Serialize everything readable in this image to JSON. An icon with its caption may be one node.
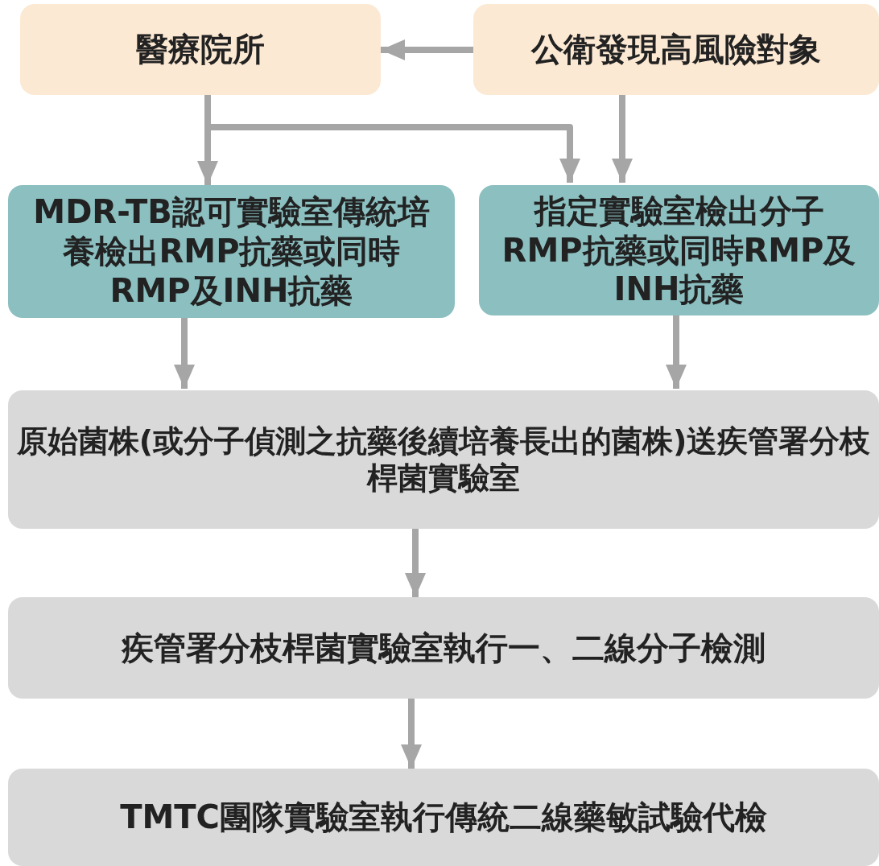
{
  "diagram": {
    "nodes": [
      {
        "text": [
          "醫療院所"
        ]
      },
      {
        "text": [
          "公衛發現高風險對象"
        ]
      },
      {
        "text": [
          "MDR-TB認可實驗室傳統培養檢出RMP抗藥或同時RMP及INH抗藥"
        ]
      },
      {
        "text": [
          "指定實驗室檢出分子RMP抗藥或同時RMP及INH抗藥"
        ]
      },
      {
        "text": [
          "原始菌株(或分子偵測之抗藥後續培養長出的菌株)送疾管署分枝桿菌實驗室"
        ]
      },
      {
        "text": [
          "疾管署分枝桿菌實驗室執行一、二線分子檢測"
        ]
      },
      {
        "text": [
          "TMTC團隊實驗室執行傳統二線藥敏試驗代檢"
        ]
      }
    ],
    "edges": [
      {
        "from": 1,
        "to": 0,
        "arrow": "to"
      },
      {
        "from": 0,
        "to": 2,
        "arrow": "to"
      },
      {
        "from": 0,
        "to": 3,
        "arrow": "to"
      },
      {
        "from": 1,
        "to": 3,
        "arrow": "to"
      },
      {
        "from": 2,
        "to": 4,
        "arrow": "to"
      },
      {
        "from": 3,
        "to": 4,
        "arrow": "to"
      },
      {
        "from": 4,
        "to": 5,
        "arrow": "to"
      },
      {
        "from": 5,
        "to": 6,
        "arrow": "to"
      }
    ]
  }
}
